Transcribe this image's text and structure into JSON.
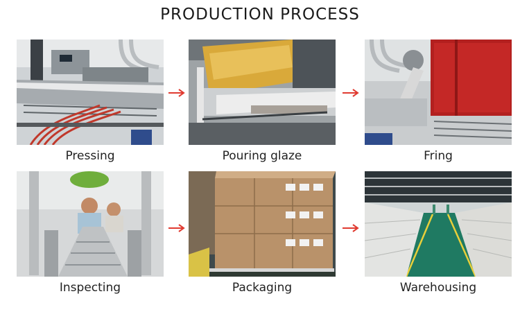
{
  "title": "PRODUCTION PROCESS",
  "steps": [
    {
      "label": "Pressing",
      "image": "pressing-machine-photo"
    },
    {
      "label": "Pouring glaze",
      "image": "glaze-line-photo"
    },
    {
      "label": "Fring",
      "image": "kiln-photo"
    },
    {
      "label": "Inspecting",
      "image": "inspection-line-photo"
    },
    {
      "label": "Packaging",
      "image": "packed-pallet-photo"
    },
    {
      "label": "Warehousing",
      "image": "warehouse-photo"
    }
  ],
  "colors": {
    "arrow": "#e03a30",
    "text": "#222222"
  }
}
